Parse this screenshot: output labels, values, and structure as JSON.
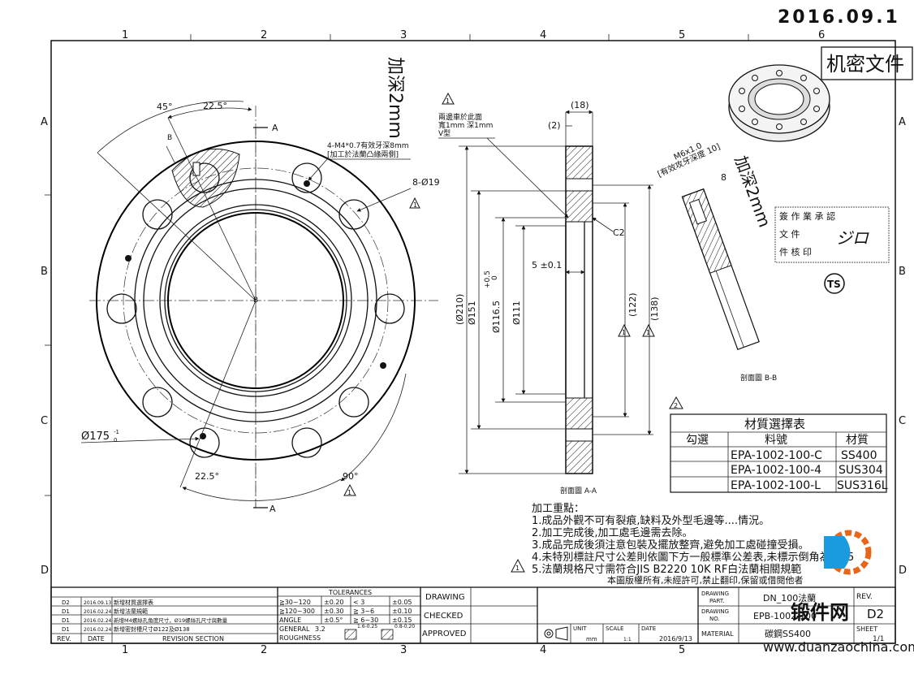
{
  "header": {
    "date_stamp": "2016.09.1",
    "confidential_stamp": "机密文件"
  },
  "grid": {
    "columns": [
      "1",
      "2",
      "3",
      "4",
      "5",
      "6"
    ],
    "rows": [
      "A",
      "B",
      "C",
      "D"
    ]
  },
  "front_view": {
    "angle_45": "45°",
    "angle_22_5_top": "22.5°",
    "angle_22_5_bottom": "22.5°",
    "angle_90": "90°",
    "label_B_top": "B",
    "label_B_center": "B",
    "section_A_top": "A",
    "section_A_bottom": "A",
    "tap_note_1": "4-M4*0.7有效牙深8mm",
    "tap_note_2": "[加工於法蘭凸緣兩側]",
    "hole_note": "8-Ø19",
    "pcd_dim": "Ø175",
    "pcd_tol_upper": "-1",
    "pcd_tol_lower": "0",
    "rev_mark_1": "1",
    "rev_mark_2": "1",
    "depth_note": "加深2mm"
  },
  "section_view": {
    "top_note_1": "兩邊車於此面",
    "top_note_2": "寬1mm 深1mm",
    "top_note_3": "V型",
    "dim_18": "(18)",
    "dim_2": "(2)",
    "dim_c2": "C2",
    "dim_5": "5 ±0.1",
    "dim_210": "(Ø210)",
    "dim_151": "Ø151",
    "dim_116": "Ø116.5",
    "dim_116_tol_upper": "+0.5",
    "dim_116_tol_lower": "0",
    "dim_111": "Ø111",
    "dim_122": "(122)",
    "dim_138": "(138)",
    "caption": "剖面圖 A-A",
    "rev_mark_top": "1",
    "rev_mark_a": "1",
    "rev_mark_b": "1"
  },
  "detail_view": {
    "thread_note_1": "M6x1.0",
    "thread_note_2": "[有效攻牙深度 10]",
    "dim_8": "8",
    "depth_note": "加深2mm",
    "caption": "剖面圖 B-B"
  },
  "approval_stamp": {
    "lines": [
      "簽 作 業 承 認",
      "文 件",
      "件 核 印"
    ],
    "circle_mark": "TS",
    "handwriting": "ジロ"
  },
  "material_table": {
    "rev_mark": "2",
    "title": "材質選擇表",
    "headers": [
      "勾選",
      "料號",
      "材質"
    ],
    "rows": [
      {
        "check": "",
        "part": "EPA-1002-100-C",
        "material": "SS400"
      },
      {
        "check": "",
        "part": "EPA-1002-100-4",
        "material": "SUS304"
      },
      {
        "check": "",
        "part": "EPA-1002-100-L",
        "material": "SUS316L"
      }
    ]
  },
  "notes": {
    "title": "加工重點：",
    "items": [
      "1.成品外觀不可有裂痕,缺料及外型毛邊等....情況。",
      "2.加工完成後,加工處毛邊需去除。",
      "3.成品完成後須注意包裝及擺放整齊,避免加工處碰撞受損。",
      "4.未特別標註尺寸公差則依圖下方一般標準公差表,未標示倒角為C0.5",
      "5.法蘭規格尺寸需符合JIS B2220 10K RF白法蘭相關規範"
    ],
    "rev_mark": "1",
    "copyright": "本圖版權所有,未經許可,禁止翻印,保留或借閱他者"
  },
  "title_block": {
    "revisions": [
      {
        "rev": "D2",
        "date": "2016.09.13",
        "section": "新增材質選擇表"
      },
      {
        "rev": "D1",
        "date": "2016.02.24",
        "section": "新增法蘭規範"
      },
      {
        "rev": "D1",
        "date": "2016.02.24",
        "section": "新增M4螺絲孔角度尺寸，Ø19螺絲孔尺寸與數量"
      },
      {
        "rev": "D1",
        "date": "2016.02.24",
        "section": "新增密封槽尺寸Ø122及Ø138"
      }
    ],
    "rev_header": "REV.",
    "date_header": "DATE",
    "section_header": "REVISION SECTION",
    "tolerances_title": "TOLERANCES",
    "tol_rows": [
      [
        "≧30~120",
        "±0.20",
        "< 3",
        "±0.05"
      ],
      [
        "≧120~300",
        "±0.30",
        "≧ 3~6",
        "±0.10"
      ],
      [
        "ANGLE",
        "±0.5°",
        "≧ 6~30",
        "±0.15"
      ]
    ],
    "general_roughness_1": "GENERAL",
    "general_roughness_2": "ROUGHNESS",
    "roughness_val": "3.2",
    "roughness_a": "1.6-0.25",
    "roughness_b": "0.8-0.20",
    "drawing_label": "DRAWING",
    "checked_label": "CHECKED",
    "approved_label": "APPROVED",
    "unit_label": "UNIT",
    "unit_val": "mm",
    "scale_label": "SCALE",
    "scale_val": "1:1",
    "date_label": "DATE",
    "date_val": "2016/9/13",
    "drawing_part_label_1": "DRAWING",
    "drawing_part_label_2": "PART.",
    "drawing_part_val": "DN_100法蘭",
    "drawing_no_label_1": "DRAWING",
    "drawing_no_label_2": "NO.",
    "drawing_no_val": "EPB-1002-100",
    "material_label": "MATERIAL",
    "material_val": "碳鋼SS400",
    "rev_label": "REV.",
    "rev_val": "D2",
    "sheet_label": "SHEET",
    "sheet_val": "1/1"
  },
  "watermark": {
    "brand": "锻件网",
    "url": "www.duanzaochina.com"
  }
}
